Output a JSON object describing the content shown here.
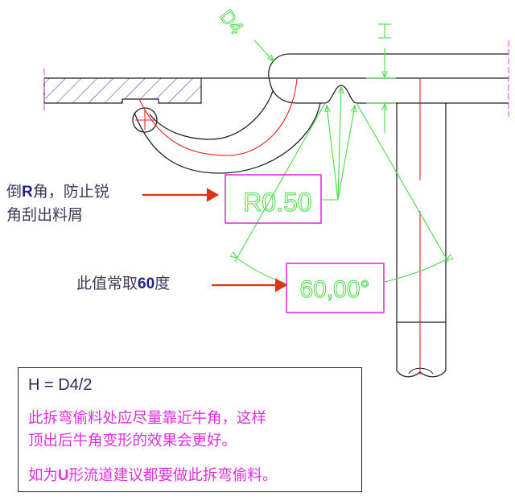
{
  "colors": {
    "outline": "#222222",
    "dimension": "#44dd44",
    "centerline": "#ee2222",
    "hatch": "#3333aa",
    "box": "#dd22dd",
    "arrow": "#dd3311",
    "note_text": "#e030e0"
  },
  "dimensions": {
    "d4": "D4",
    "h": "H",
    "radius": "R0.50",
    "angle": "60,00°"
  },
  "labels": {
    "chamfer_line1_a": "倒",
    "chamfer_line1_r": "R",
    "chamfer_line1_b": "角，防止锐",
    "chamfer_line2": "角刮出料屑",
    "angle_note_a": "此值常取",
    "angle_note_num": "60",
    "angle_note_b": "度"
  },
  "note": {
    "formula": "H = D4/2",
    "line1": "此拆弯偷料处应尽量靠近牛角，这样",
    "line2": "顶出后牛角变形的效果会更好。",
    "line3_a": "如为",
    "line3_u": "U",
    "line3_b": "形流道建议都要做此拆弯偷料。"
  }
}
